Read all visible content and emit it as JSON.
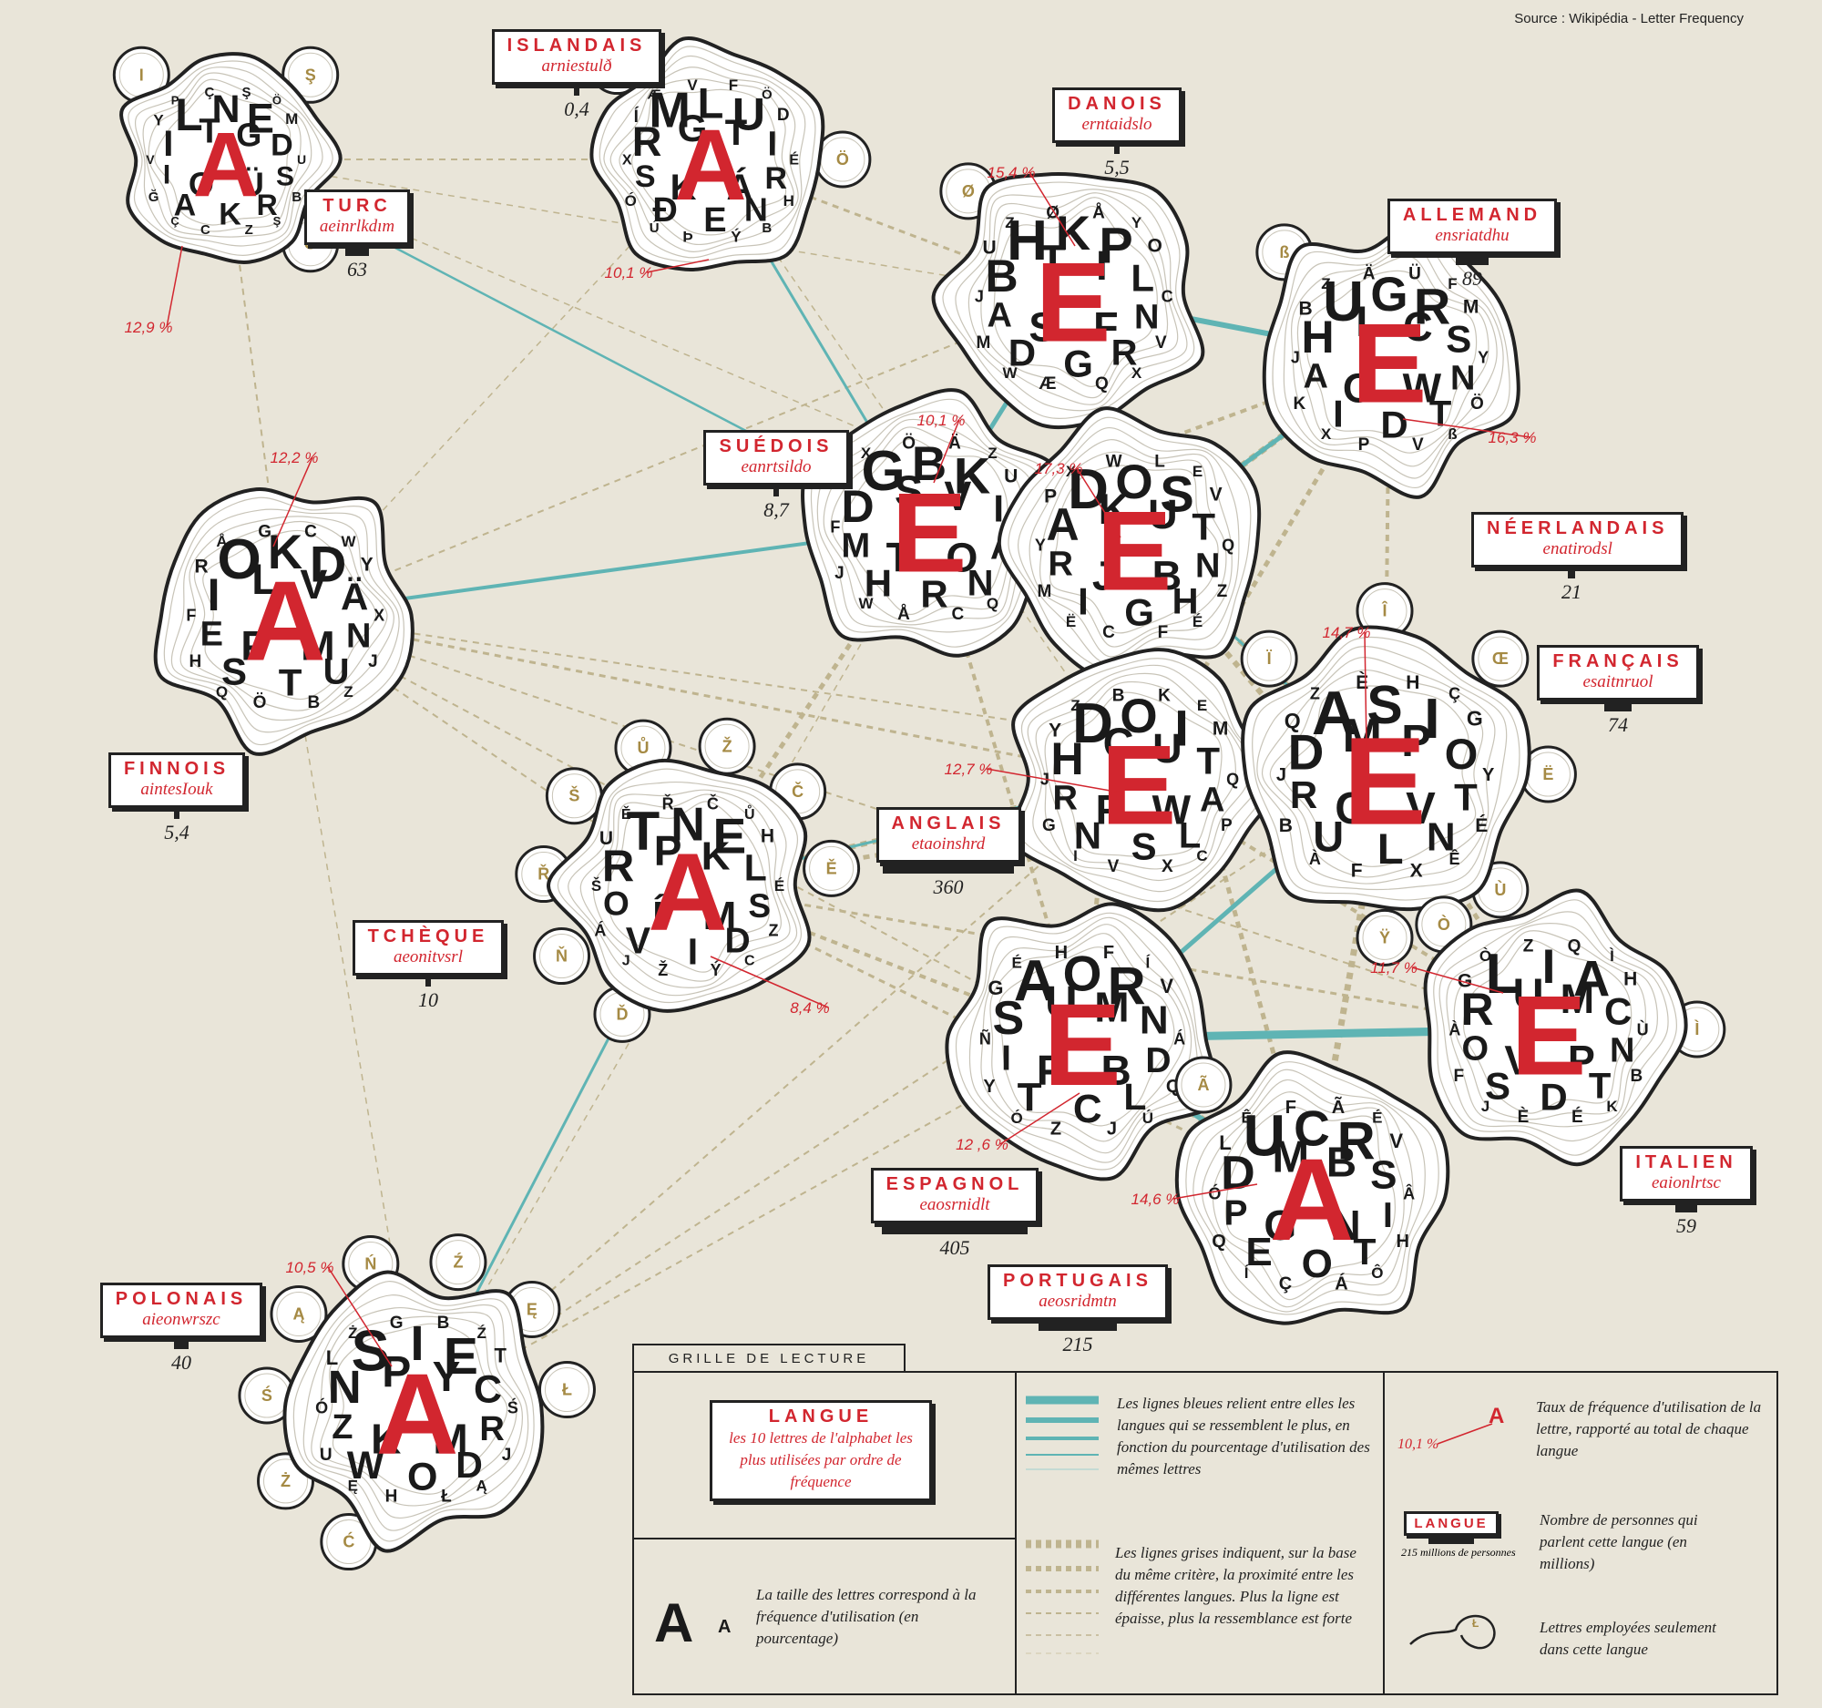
{
  "source": "Source : Wikipédia - Letter Frequency",
  "colors": {
    "background": "#e9e5d9",
    "accent_red": "#d2262f",
    "blue_line": "#5fb4b4",
    "grey_line": "#bfb48f",
    "ink": "#1a1a1a",
    "special_letter": "#a58a44"
  },
  "languages": [
    {
      "id": "turc",
      "name": "TURC",
      "order": "aeinrlkdım",
      "speakers": "63",
      "top_letter": "A",
      "top_pct": "12,9 %",
      "letters": [
        "L",
        "N",
        "E",
        "I",
        "D",
        "I",
        "S",
        "A",
        "K",
        "R",
        "T",
        "G",
        "O",
        "Ü",
        "Y",
        "M",
        "Ğ",
        "B",
        "Ç",
        "Ş",
        "C",
        "Z",
        "V",
        "U",
        "P",
        "Ö",
        "Ç",
        "Ş"
      ],
      "special": [
        "I",
        "Ş",
        "Ğ"
      ]
    },
    {
      "id": "islandais",
      "name": "ISLANDAIS",
      "order": "arniestulð",
      "speakers": "0,4",
      "top_letter": "A",
      "top_pct": "10,1 %",
      "letters": [
        "M",
        "L",
        "U",
        "R",
        "I",
        "S",
        "R",
        "Ð",
        "E",
        "N",
        "G",
        "T",
        "K",
        "Á",
        "Í",
        "D",
        "Ó",
        "H",
        "V",
        "F",
        "Þ",
        "Ý",
        "X",
        "É",
        "Æ",
        "Ö",
        "Ú",
        "B"
      ],
      "special": [
        "Þ",
        "Ö"
      ]
    },
    {
      "id": "danois",
      "name": "DANOIS",
      "order": "erntaidslo",
      "speakers": "5,5",
      "top_letter": "E",
      "top_pct": "15,4 %",
      "letters": [
        "H",
        "K",
        "P",
        "B",
        "L",
        "A",
        "N",
        "D",
        "G",
        "R",
        "T",
        "I",
        "S",
        "F",
        "U",
        "O",
        "M",
        "V",
        "Ø",
        "Å",
        "Æ",
        "Q",
        "J",
        "C",
        "Z",
        "Y",
        "W",
        "X"
      ],
      "special": [
        "Ø"
      ]
    },
    {
      "id": "allemand",
      "name": "ALLEMAND",
      "order": "ensriatdhu",
      "speakers": "89",
      "top_letter": "E",
      "top_pct": "16,3 %",
      "letters": [
        "U",
        "G",
        "R",
        "H",
        "S",
        "A",
        "N",
        "I",
        "D",
        "T",
        "L",
        "C",
        "O",
        "W",
        "B",
        "M",
        "K",
        "Ö",
        "Ä",
        "Ü",
        "P",
        "V",
        "J",
        "Y",
        "Z",
        "F",
        "X",
        "ß"
      ],
      "special": [
        "ß"
      ]
    },
    {
      "id": "suedois",
      "name": "SUÉDOIS",
      "order": "eanrtsildo",
      "speakers": "8,7",
      "top_letter": "E",
      "top_pct": "10,1 %",
      "letters": [
        "G",
        "B",
        "K",
        "D",
        "I",
        "M",
        "A",
        "H",
        "R",
        "N",
        "S",
        "V",
        "T",
        "O",
        "L",
        "U",
        "J",
        "P",
        "Ö",
        "Ä",
        "Å",
        "C",
        "F",
        "Y",
        "X",
        "Z",
        "W",
        "Q"
      ],
      "special": []
    },
    {
      "id": "neerlandais",
      "name": "NÉERLANDAIS",
      "order": "enatirodsl",
      "speakers": "21",
      "top_letter": "E",
      "top_pct": "17,3 %",
      "letters": [
        "D",
        "O",
        "S",
        "A",
        "T",
        "R",
        "N",
        "I",
        "G",
        "H",
        "K",
        "U",
        "J",
        "B",
        "P",
        "V",
        "M",
        "Z",
        "W",
        "L",
        "C",
        "F",
        "Y",
        "Q",
        "X",
        "E",
        "Ë",
        "É"
      ],
      "special": []
    },
    {
      "id": "finnois",
      "name": "FINNOIS",
      "order": "aintesIouk",
      "speakers": "5,4",
      "top_letter": "A",
      "top_pct": "12,2 %",
      "letters": [
        "O",
        "K",
        "D",
        "I",
        "Ä",
        "E",
        "N",
        "S",
        "T",
        "U",
        "L",
        "V",
        "P",
        "M",
        "R",
        "Y",
        "H",
        "J",
        "G",
        "C",
        "Ö",
        "B",
        "F",
        "X",
        "Å",
        "W",
        "Q",
        "Z"
      ],
      "special": []
    },
    {
      "id": "anglais",
      "name": "ANGLAIS",
      "order": "etaoinshrd",
      "speakers": "360",
      "top_letter": "E",
      "top_pct": "12,7 %",
      "letters": [
        "D",
        "O",
        "I",
        "H",
        "T",
        "R",
        "A",
        "N",
        "S",
        "L",
        "C",
        "U",
        "F",
        "W",
        "Y",
        "M",
        "G",
        "P",
        "B",
        "K",
        "V",
        "X",
        "J",
        "Q",
        "Z",
        "E",
        "I",
        "C"
      ],
      "special": []
    },
    {
      "id": "francais",
      "name": "FRANÇAIS",
      "order": "esaitnruol",
      "speakers": "74",
      "top_letter": "E",
      "top_pct": "14,7 %",
      "letters": [
        "A",
        "S",
        "I",
        "D",
        "O",
        "R",
        "T",
        "U",
        "L",
        "N",
        "M",
        "P",
        "C",
        "V",
        "Q",
        "G",
        "B",
        "É",
        "È",
        "H",
        "F",
        "X",
        "J",
        "Y",
        "Z",
        "Ç",
        "À",
        "Ê"
      ],
      "special": [
        "Ï",
        "Î",
        "Œ",
        "Ë",
        "Ù",
        "Ÿ"
      ]
    },
    {
      "id": "tcheque",
      "name": "TCHÈQUE",
      "order": "aeonitvsrl",
      "speakers": "10",
      "top_letter": "A",
      "top_pct": "8,4 %",
      "letters": [
        "T",
        "N",
        "E",
        "R",
        "L",
        "O",
        "S",
        "V",
        "I",
        "D",
        "P",
        "K",
        "Í",
        "M",
        "U",
        "H",
        "Á",
        "Z",
        "Ř",
        "Č",
        "Ž",
        "Ý",
        "Š",
        "É",
        "Ě",
        "Ů",
        "J",
        "C"
      ],
      "special": [
        "Ď",
        "Ň",
        "Ř",
        "Š",
        "Ů",
        "Ž",
        "Č",
        "Ě"
      ]
    },
    {
      "id": "espagnol",
      "name": "ESPAGNOL",
      "order": "eaosrnidlt",
      "speakers": "405",
      "top_letter": "E",
      "top_pct": "12 ,6 %",
      "letters": [
        "A",
        "O",
        "R",
        "S",
        "N",
        "I",
        "D",
        "T",
        "C",
        "L",
        "U",
        "M",
        "P",
        "B",
        "G",
        "V",
        "Y",
        "Q",
        "H",
        "F",
        "Z",
        "J",
        "Ñ",
        "Á",
        "É",
        "Í",
        "Ó",
        "Ú"
      ],
      "special": []
    },
    {
      "id": "italien",
      "name": "ITALIEN",
      "order": "eaionlrtsc",
      "speakers": "59",
      "top_letter": "E",
      "top_pct": "11,7 %",
      "letters": [
        "L",
        "I",
        "A",
        "R",
        "C",
        "O",
        "N",
        "S",
        "D",
        "T",
        "U",
        "M",
        "V",
        "P",
        "G",
        "H",
        "F",
        "B",
        "Z",
        "Q",
        "È",
        "É",
        "À",
        "Ù",
        "Ò",
        "Ì",
        "J",
        "K"
      ],
      "special": [
        "Ò",
        "Ì"
      ]
    },
    {
      "id": "portugais",
      "name": "PORTUGAIS",
      "order": "aeosridmtn",
      "speakers": "215",
      "top_letter": "A",
      "top_pct": "14,6 %",
      "letters": [
        "U",
        "C",
        "R",
        "D",
        "S",
        "P",
        "I",
        "E",
        "O",
        "T",
        "M",
        "B",
        "G",
        "N",
        "L",
        "V",
        "Q",
        "H",
        "F",
        "Ã",
        "Ç",
        "Á",
        "Ó",
        "Â",
        "Ê",
        "É",
        "Í",
        "Ô"
      ],
      "special": [
        "Ã"
      ]
    },
    {
      "id": "polonais",
      "name": "POLONAIS",
      "order": "aieonwrszc",
      "speakers": "40",
      "top_letter": "A",
      "top_pct": "10,5 %",
      "letters": [
        "S",
        "I",
        "E",
        "N",
        "C",
        "Z",
        "R",
        "W",
        "O",
        "D",
        "P",
        "Y",
        "K",
        "M",
        "L",
        "T",
        "U",
        "J",
        "G",
        "B",
        "H",
        "Ł",
        "Ó",
        "Ś",
        "Ż",
        "Ź",
        "Ę",
        "Ą"
      ],
      "special": [
        "Ć",
        "Ż",
        "Ś",
        "Ą",
        "Ń",
        "Ź",
        "Ę",
        "Ł"
      ]
    }
  ],
  "legend": {
    "title": "GRILLE DE LECTURE",
    "sample_name": "LANGUE",
    "sample_desc": "les 10 lettres de l'alphabet les plus utilisées par ordre de fréquence",
    "big_letter": "A",
    "small_letter": "A",
    "size_text": "La taille des lettres correspond à la fréquence d'utilisation (en pourcentage)",
    "blue_text": "Les lignes bleues relient entre elles les langues qui se ressemblent le plus, en fonction du pourcentage d'utilisation des mêmes lettres",
    "grey_text": "Les lignes grises indiquent, sur la base du même critère, la proximité entre les différentes langues. Plus la ligne est épaisse, plus la ressemblance est forte",
    "pct_sample": "10,1 %",
    "pct_letter": "A",
    "pct_text": "Taux de fréquence d'utilisation de la lettre, rapporté au total de chaque langue",
    "speakers_name": "LANGUE",
    "speakers_caption": "215 millions de personnes",
    "speakers_text": "Nombre de personnes qui parlent cette langue (en millions)",
    "special_sample": "Ł",
    "special_text": "Lettres employées seulement dans cette langue"
  }
}
